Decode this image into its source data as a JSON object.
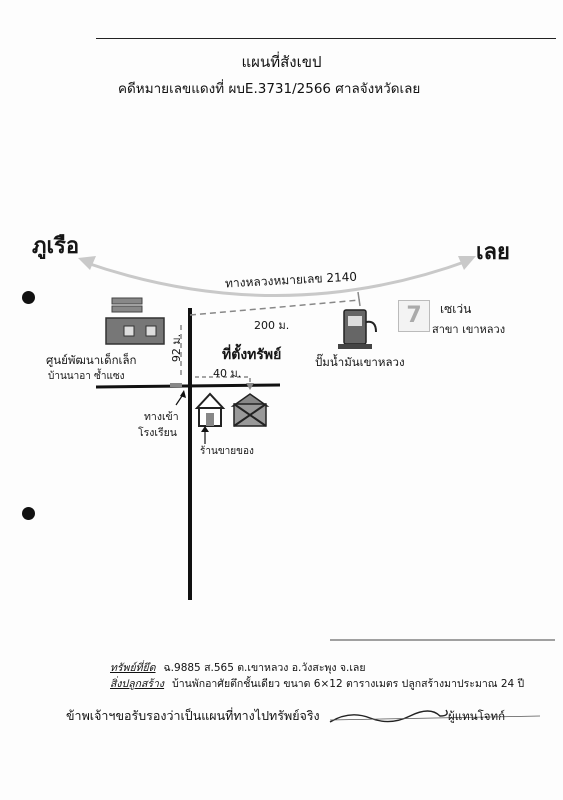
{
  "header": {
    "title": "แผนที่สังเขป",
    "case_line": "คดีหมายเลขแดงที่ ผบE.3731/2566 ศาลจังหวัดเลย"
  },
  "map": {
    "dir_left": "ภูเรือ",
    "dir_right": "เลย",
    "highway": "ทางหลวงหมายเลข 2140",
    "dist_200": "200 ม.",
    "dist_40": "40 ม.",
    "dist_92": "92 ม.",
    "center_line1": "ศูนย์พัฒนาเด็กเล็ก",
    "center_line2": "บ้านนาอา ซ้ำแซง",
    "property": "ที่ตั้งทรัพย์",
    "gas_station": "ปั๊มน้ำมันเขาหลวง",
    "seven_line1": "เซเว่น",
    "seven_line2": "สาขา เขาหลวง",
    "seven_glyph": "7",
    "school_entry1": "ทางเข้า",
    "school_entry2": "โรงเรียน",
    "shop": "ร้านขายของ"
  },
  "footer": {
    "asset_label": "ทรัพย์ที่ยึด",
    "asset_value": "ฉ.9885 ส.565  ต.เขาหลวง  อ.วังสะพุง จ.เลย",
    "building_label": "สิ่งปลูกสร้าง",
    "building_value": "บ้านพักอาศัยตึกชั้นเดียว ขนาด 6×12 ตารางเมตร ปลูกสร้างมาประมาณ 24 ปี",
    "certify": "ข้าพเจ้าฯขอรับรองว่าเป็นแผนที่ทางไปทรัพย์จริง",
    "signer": "ผู้แทนโจทก์"
  }
}
